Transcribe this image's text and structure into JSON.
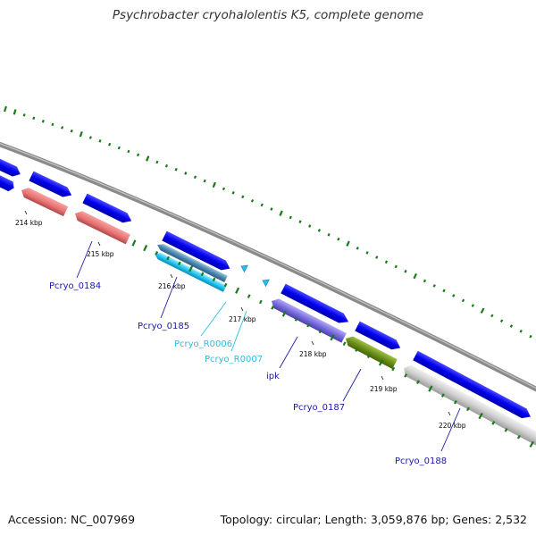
{
  "title": "Psychrobacter cryohalolentis K5, complete genome",
  "footer": {
    "accession": "Accession: NC_007969",
    "summary": "Topology: circular; Length: 3,059,876 bp; Genes: 2,532"
  },
  "colors": {
    "backbone": "#888888",
    "cds_forward": "#0000ee",
    "gc_skew": "#1a7a1a",
    "label_cds": "#1a1aa8",
    "label_ncrna": "#33bbdd"
  },
  "ticks": [
    "214 kbp",
    "215 kbp",
    "216 kbp",
    "217 kbp",
    "218 kbp",
    "219 kbp",
    "220 kbp"
  ],
  "labels": [
    {
      "text": "Pcryo_0184",
      "kind": "cds"
    },
    {
      "text": "Pcryo_0185",
      "kind": "cds"
    },
    {
      "text": "Pcryo_R0006",
      "kind": "ncrna"
    },
    {
      "text": "Pcryo_R0007",
      "kind": "ncrna"
    },
    {
      "text": "ipk",
      "kind": "cds"
    },
    {
      "text": "Pcryo_0187",
      "kind": "cds"
    },
    {
      "text": "Pcryo_0188",
      "kind": "cds"
    }
  ]
}
